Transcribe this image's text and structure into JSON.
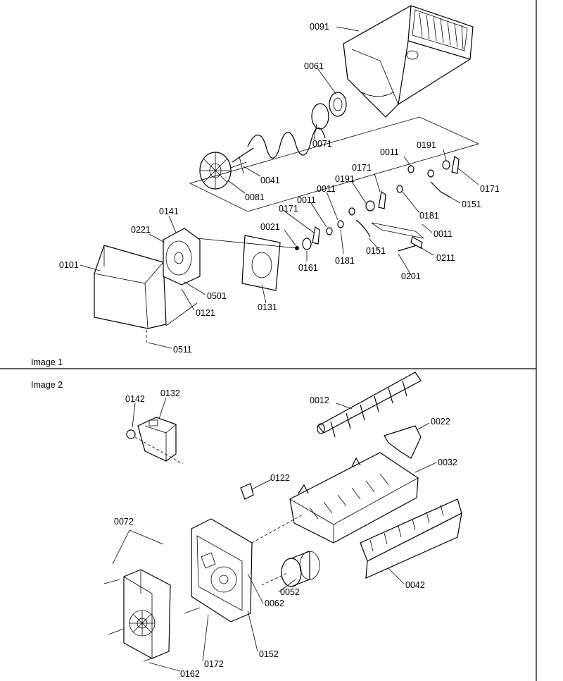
{
  "panels": [
    {
      "title": "Image 1"
    },
    {
      "title": "Image 2"
    }
  ],
  "labels": {
    "p0091": "0091",
    "p0061": "0061",
    "p0071": "0071",
    "p0041": "0041",
    "p0081": "0081",
    "p0191a": "0191",
    "p0011a": "0011",
    "p0171a": "0171",
    "p0171b": "0171",
    "p0181a": "0181",
    "p0151a": "0151",
    "p0011b": "0011",
    "p0191b": "0191",
    "p0011c": "0011",
    "p0011d": "0011",
    "p0171c": "0171",
    "p0141": "0141",
    "p0221": "0221",
    "p0021": "0021",
    "p0101": "0101",
    "p0501": "0501",
    "p0121": "0121",
    "p0131": "0131",
    "p0161": "0161",
    "p0181b": "0181",
    "p0151b": "0151",
    "p0211": "0211",
    "p0201": "0201",
    "p0511": "0511",
    "p0142": "0142",
    "p0132": "0132",
    "p0012": "0012",
    "p0022": "0022",
    "p0032": "0032",
    "p0122": "0122",
    "p0072": "0072",
    "p0052": "0052",
    "p0062": "0062",
    "p0042": "0042",
    "p0152": "0152",
    "p0172": "0172",
    "p0162": "0162"
  }
}
